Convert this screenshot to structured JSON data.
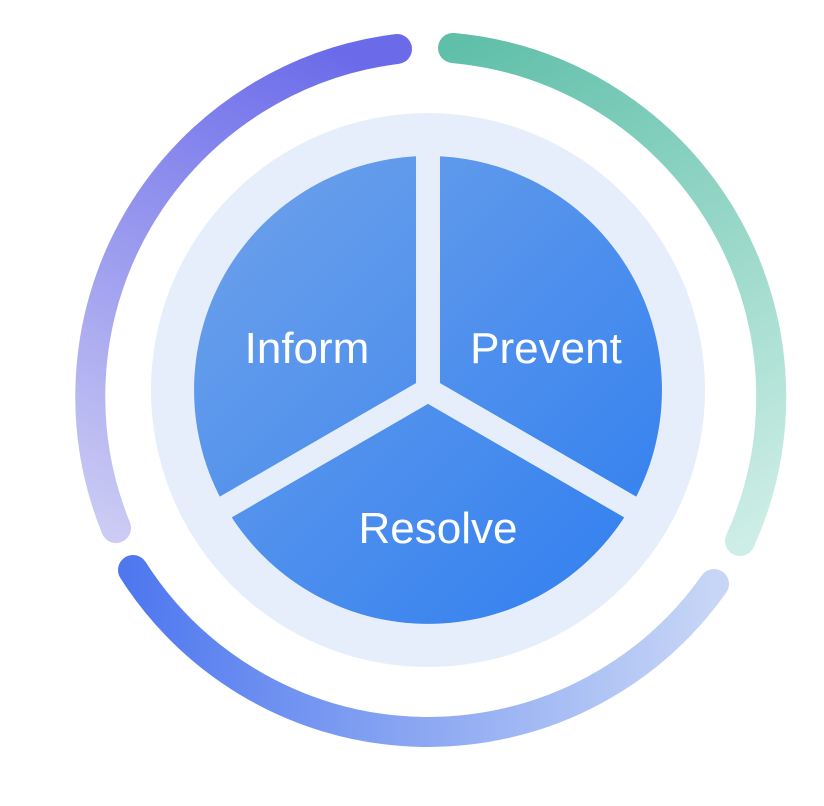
{
  "diagram": {
    "segments": [
      {
        "id": "inform",
        "label": "Inform"
      },
      {
        "id": "prevent",
        "label": "Prevent"
      },
      {
        "id": "resolve",
        "label": "Resolve"
      }
    ],
    "colors": {
      "outer_ring_left_top": "#6B6BEA",
      "outer_ring_left_bottom": "#CBCBF4",
      "outer_ring_right_top": "#5FBFA9",
      "outer_ring_right_bottom": "#CDEEE6",
      "outer_ring_bottom_left": "#4F78EF",
      "outer_ring_bottom_right": "#C7D6F6",
      "inner_disc_background": "#E6EEFB",
      "segment_light": "#6FA2EA",
      "segment_dark": "#2F7EF0",
      "label_text": "#FFFFFF"
    }
  }
}
